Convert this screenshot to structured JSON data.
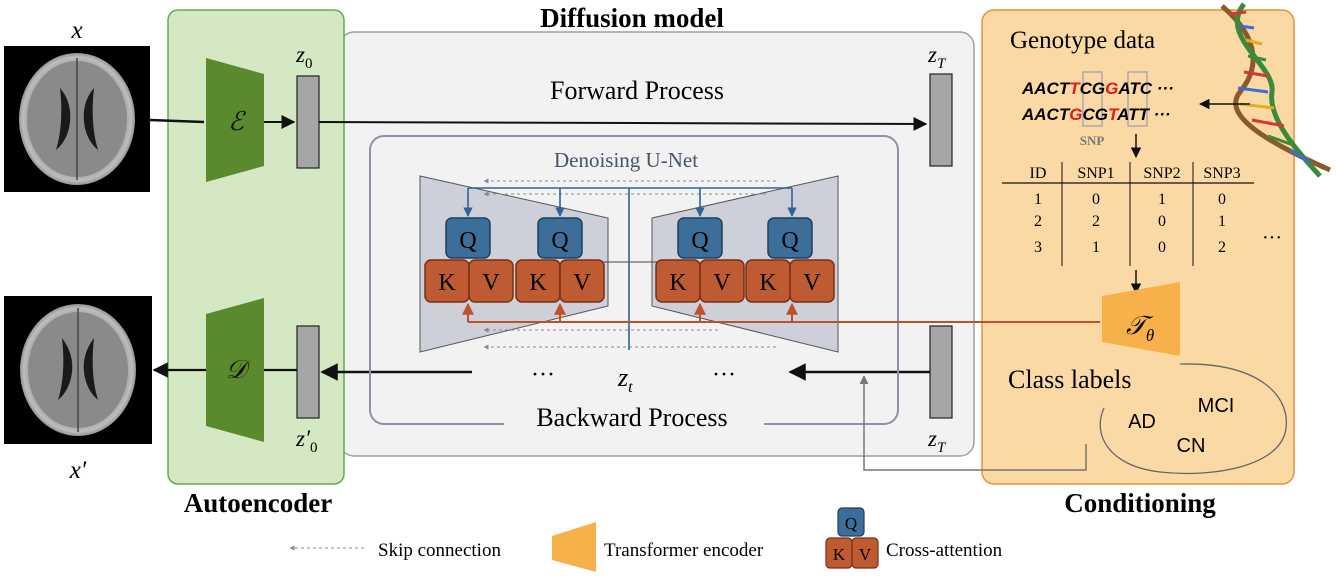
{
  "titles": {
    "diffusion_model": "Diffusion model",
    "autoencoder": "Autoencoder",
    "conditioning": "Conditioning"
  },
  "labels": {
    "x": "x",
    "x_prime": "x′",
    "encoder": "ℰ",
    "decoder": "𝒟",
    "z0": "z",
    "z0_sub": "0",
    "z0p": "z′",
    "z0p_sub": "0",
    "zT": "z",
    "zT_sub": "T",
    "zt": "z",
    "zt_sub": "t",
    "forward_process": "Forward Process",
    "backward_process": "Backward Process",
    "denoising_unet": "Denoising U-Net",
    "ellipsis": "···",
    "q": "Q",
    "k": "K",
    "v": "V",
    "tau": "𝒯",
    "tau_sub": "θ"
  },
  "genotype": {
    "title": "Genotype data",
    "seq1": [
      "AACT",
      "T",
      "CG",
      "G",
      "ATC ···"
    ],
    "seq2": [
      "AACT",
      "G",
      "CG",
      "T",
      "ATT ···"
    ],
    "snp_label": "SNP",
    "table_headers": [
      "ID",
      "SNP1",
      "SNP2",
      "SNP3"
    ],
    "table_rows": [
      [
        "1",
        "0",
        "1",
        "0"
      ],
      [
        "2",
        "2",
        "0",
        "1"
      ],
      [
        "3",
        "1",
        "0",
        "2"
      ]
    ],
    "table_more": "···"
  },
  "class_labels": {
    "title": "Class labels",
    "items": [
      "AD",
      "MCI",
      "CN"
    ]
  },
  "legend": {
    "skip": "Skip connection",
    "transformer": "Transformer encoder",
    "cross_attention": "Cross-attention"
  },
  "colors": {
    "autoencoder_fill": "#d4e8c3",
    "autoencoder_border": "#6aa84f",
    "encoder_green": "#5b8a2e",
    "diffusion_fill": "#f2f2f2",
    "diffusion_border": "#9e9e9e",
    "conditioning_fill": "#fbd9a4",
    "conditioning_border": "#e69138",
    "transformer_orange": "#f6b14a",
    "q_blue": "#3d6e99",
    "kv_orange": "#bf5b33",
    "unet_gray": "#cdd0d9",
    "snp_red": "#e01b1b",
    "arrow_blue": "#2f6496",
    "arrow_orange": "#c0502a"
  },
  "icons": [
    "brain-mri-image",
    "brain-mri-image",
    "dna-helix-icon"
  ]
}
